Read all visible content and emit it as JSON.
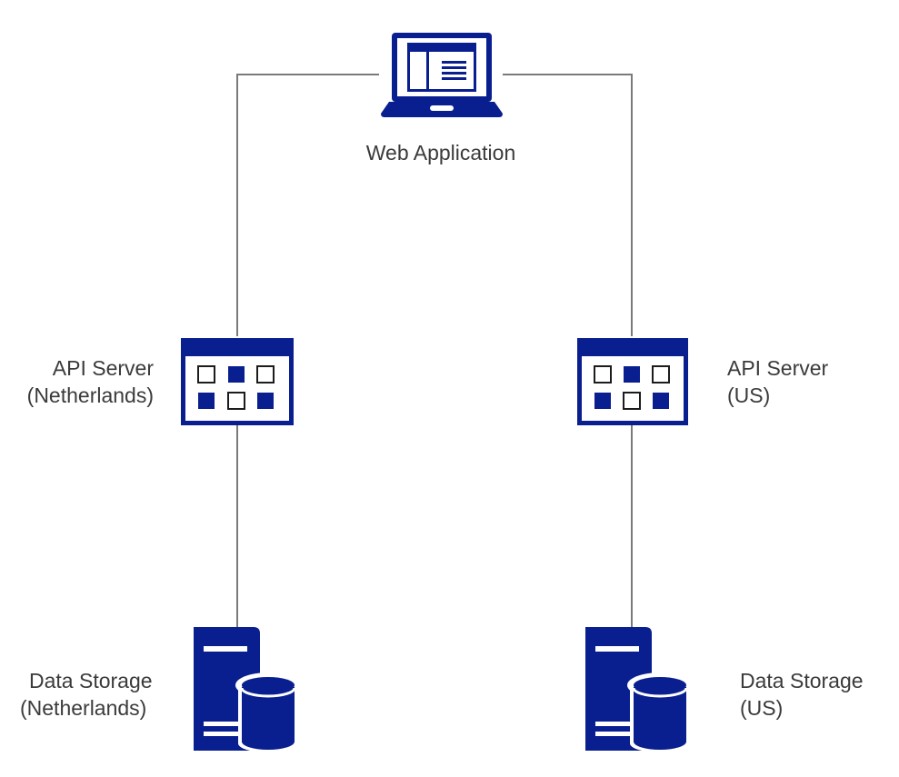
{
  "diagram": {
    "accent_color": "#0a1f8f",
    "connector_color": "#7a7a7a",
    "nodes": {
      "web_app": {
        "label": "Web Application",
        "icon": "laptop-icon"
      },
      "api_nl": {
        "label_line1": "API Server",
        "label_line2": "(Netherlands)",
        "icon": "api-server-icon"
      },
      "api_us": {
        "label_line1": "API Server",
        "label_line2": "(US)",
        "icon": "api-server-icon"
      },
      "storage_nl": {
        "label_line1": "Data Storage",
        "label_line2": "(Netherlands)",
        "icon": "database-server-icon"
      },
      "storage_us": {
        "label_line1": "Data Storage",
        "label_line2": "(US)",
        "icon": "database-server-icon"
      }
    },
    "edges": [
      {
        "from": "web_app",
        "to": "api_nl"
      },
      {
        "from": "web_app",
        "to": "api_us"
      },
      {
        "from": "api_nl",
        "to": "storage_nl"
      },
      {
        "from": "api_us",
        "to": "storage_us"
      }
    ]
  }
}
